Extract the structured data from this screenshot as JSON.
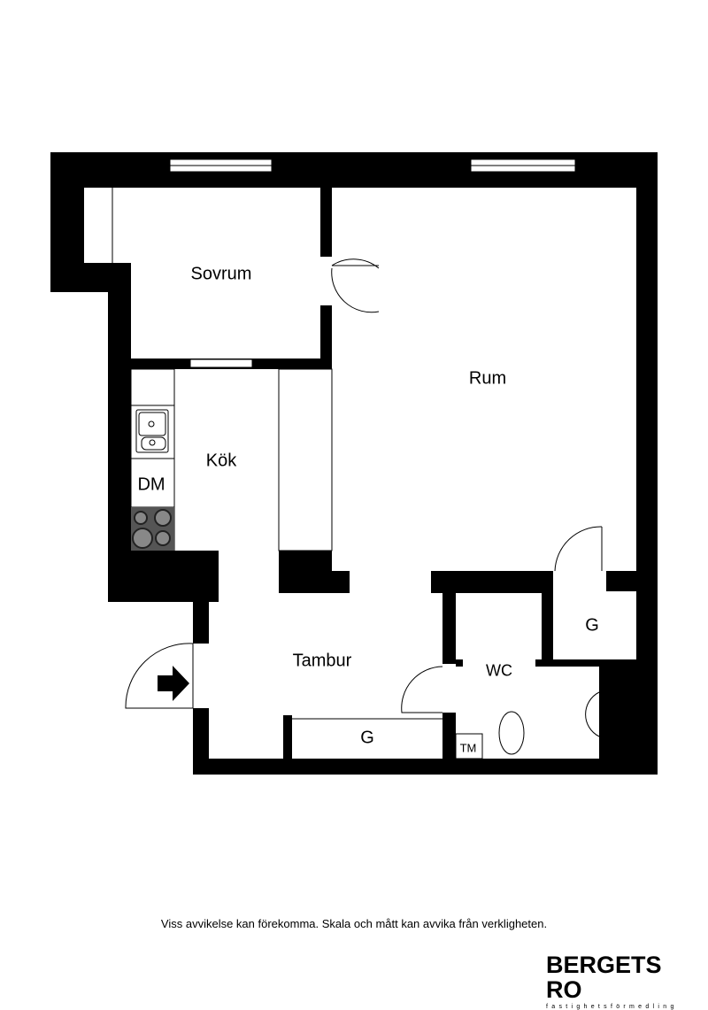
{
  "rooms": {
    "sovrum": "Sovrum",
    "rum": "Rum",
    "kok": "Kök",
    "dm": "DM",
    "tambur": "Tambur",
    "wc": "WC",
    "g_closet_tambur": "G",
    "g_closet_wc": "G",
    "tm": "TM"
  },
  "disclaimer": "Viss avvikelse kan förekomma. Skala och mått kan avvika från verkligheten.",
  "logo": {
    "name": "BERGETS RO",
    "tagline": "fastighetsförmedling"
  }
}
